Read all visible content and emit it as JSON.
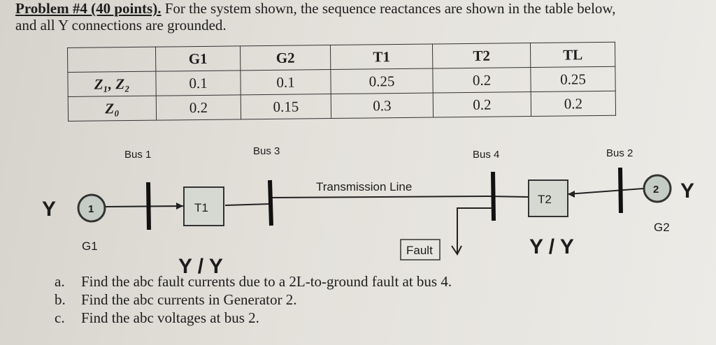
{
  "problem": {
    "heading": "Problem #4 (40 points).",
    "text_line1": " For the system shown, the sequence reactances are shown in the table below,",
    "text_line2": "and all Y connections are grounded."
  },
  "table": {
    "columns": [
      "G1",
      "G2",
      "T1",
      "T2",
      "TL"
    ],
    "rows": [
      {
        "label": "Z₁, Z₂",
        "values": [
          "0.1",
          "0.1",
          "0.25",
          "0.2",
          "0.25"
        ]
      },
      {
        "label": "Z₀",
        "values": [
          "0.2",
          "0.15",
          "0.3",
          "0.2",
          "0.2"
        ]
      }
    ]
  },
  "diagram": {
    "bus1": "Bus 1",
    "bus3": "Bus 3",
    "bus4": "Bus 4",
    "bus2": "Bus 2",
    "line_label": "Transmission Line",
    "t1_label": "T1",
    "t2_label": "T2",
    "g1_number": "1",
    "g2_number": "2",
    "g1_label": "G1",
    "g2_label": "G2",
    "y_left": "Y",
    "y_right": "Y",
    "t1_connection": "Y / Y",
    "t2_connection": "Y / Y",
    "fault_label": "Fault"
  },
  "questions": [
    {
      "letter": "a.",
      "text": "Find the abc fault currents due to a 2L-to-ground fault at bus 4."
    },
    {
      "letter": "b.",
      "text": "Find the abc currents in Generator 2."
    },
    {
      "letter": "c.",
      "text": "Find the abc voltages at bus 2."
    }
  ]
}
